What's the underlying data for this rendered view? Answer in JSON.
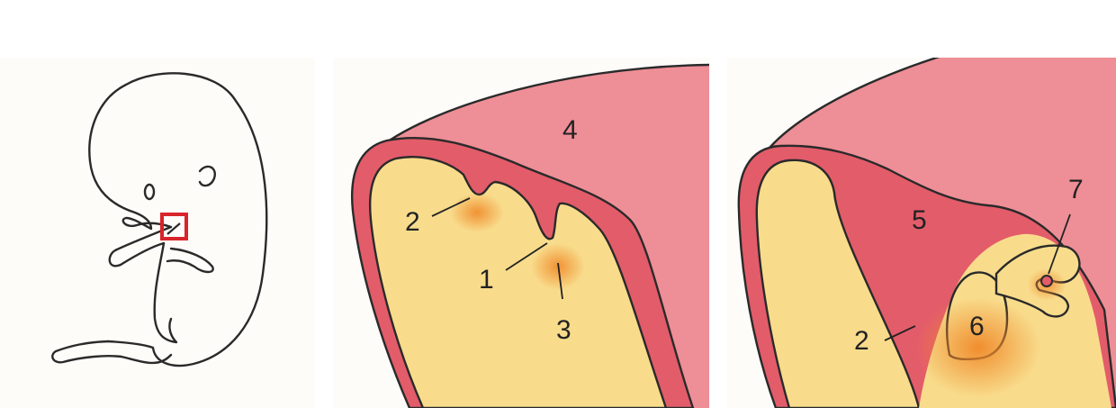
{
  "panels": [
    {
      "id": "embryo-overview",
      "description_label": ""
    },
    {
      "id": "early-stage"
    },
    {
      "id": "late-stage"
    }
  ],
  "labels": {
    "p2": {
      "l1": "1",
      "l2": "2",
      "l3": "3",
      "l4": "4"
    },
    "p3": {
      "l2": "2",
      "l5": "5",
      "l6": "6",
      "l7": "7"
    }
  },
  "colors": {
    "mesenchyme": "#f8dc8c",
    "epithelium": "#e35c6a",
    "surface_tissue": "#ee8e96",
    "outline": "#2a2a2a",
    "highlight_box": "#d9242b",
    "signal_glow": "#f08a2a"
  }
}
